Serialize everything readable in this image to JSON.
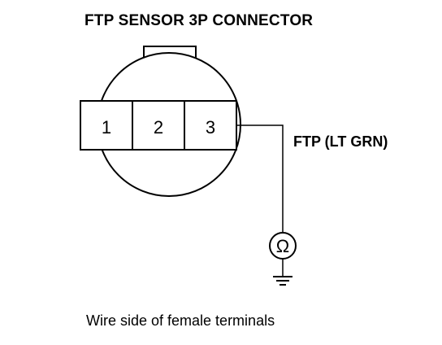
{
  "title": "FTP SENSOR 3P CONNECTOR",
  "terminals": [
    {
      "label": "1"
    },
    {
      "label": "2"
    },
    {
      "label": "3"
    }
  ],
  "wire_label": "FTP (LT GRN)",
  "meter_symbol": "Ω",
  "caption": "Wire side of female terminals",
  "icons": {
    "meter": "ohmmeter-icon",
    "ground": "ground-icon"
  },
  "colors": {
    "line": "#000000",
    "background": "#ffffff"
  }
}
